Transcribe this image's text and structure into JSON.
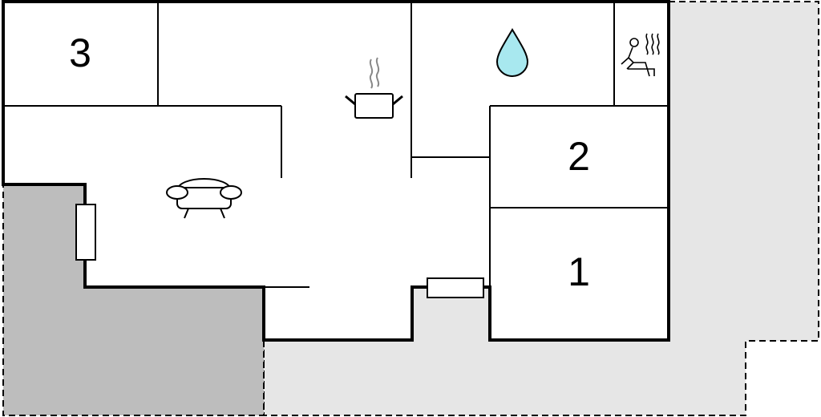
{
  "floorplan": {
    "rooms": [
      {
        "id": "room-3",
        "number": "3"
      },
      {
        "id": "room-2",
        "number": "2"
      },
      {
        "id": "room-1",
        "number": "1"
      }
    ],
    "icons": [
      {
        "id": "kitchen",
        "icon": "cooking-pot-icon"
      },
      {
        "id": "bathroom",
        "icon": "water-drop-icon"
      },
      {
        "id": "sauna",
        "icon": "sauna-icon"
      },
      {
        "id": "living-room",
        "icon": "sofa-icon"
      }
    ],
    "colors": {
      "wall": "#000000",
      "terrace_light": "#e6e6e6",
      "terrace_dark": "#bdbdbd",
      "water_drop": "#a8e8ef",
      "steam": "#888888"
    }
  }
}
